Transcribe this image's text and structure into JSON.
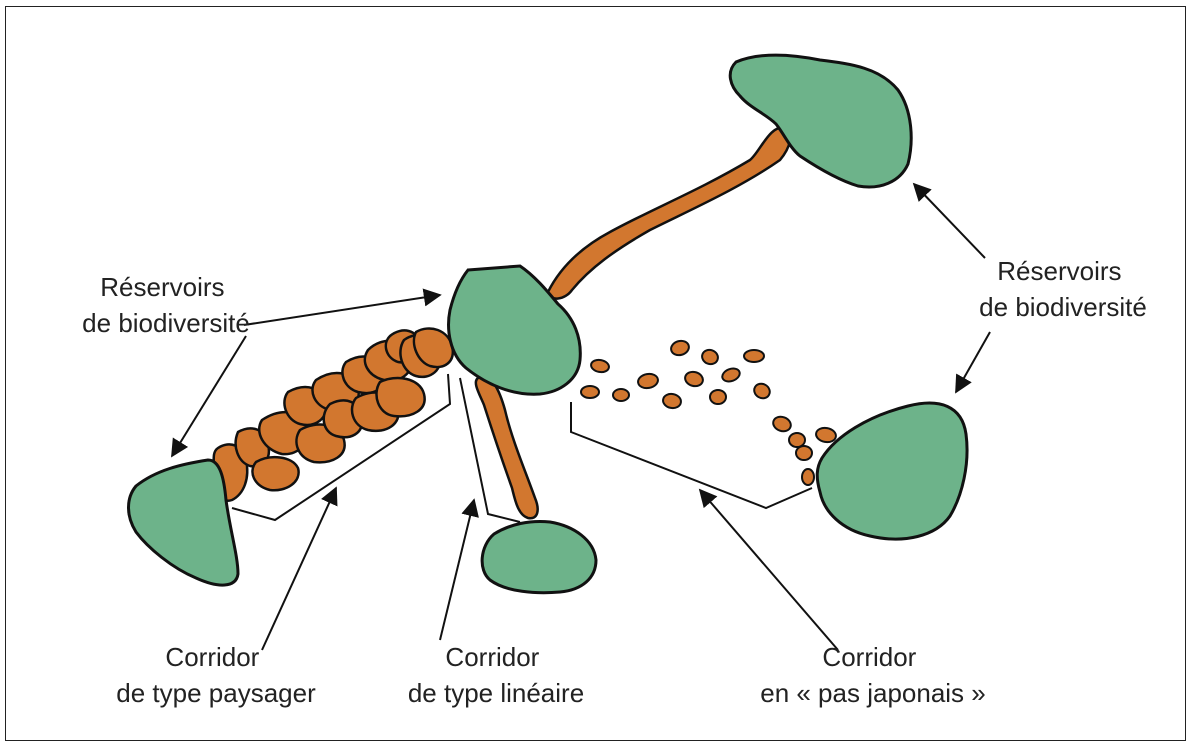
{
  "colors": {
    "reservoir": "#6db38a",
    "corridor": "#d2772f",
    "outline": "#111111",
    "text": "#222222"
  },
  "labels": {
    "reservoirs_left": [
      "Réservoirs",
      "de biodiversité"
    ],
    "reservoirs_right": [
      "Réservoirs",
      "de biodiversité"
    ],
    "corridor_paysager": [
      "Corridor",
      "de type paysager"
    ],
    "corridor_lineaire": [
      "Corridor",
      "de type linéaire"
    ],
    "corridor_pas_japonais": [
      "Corridor",
      "en « pas japonais »"
    ]
  }
}
